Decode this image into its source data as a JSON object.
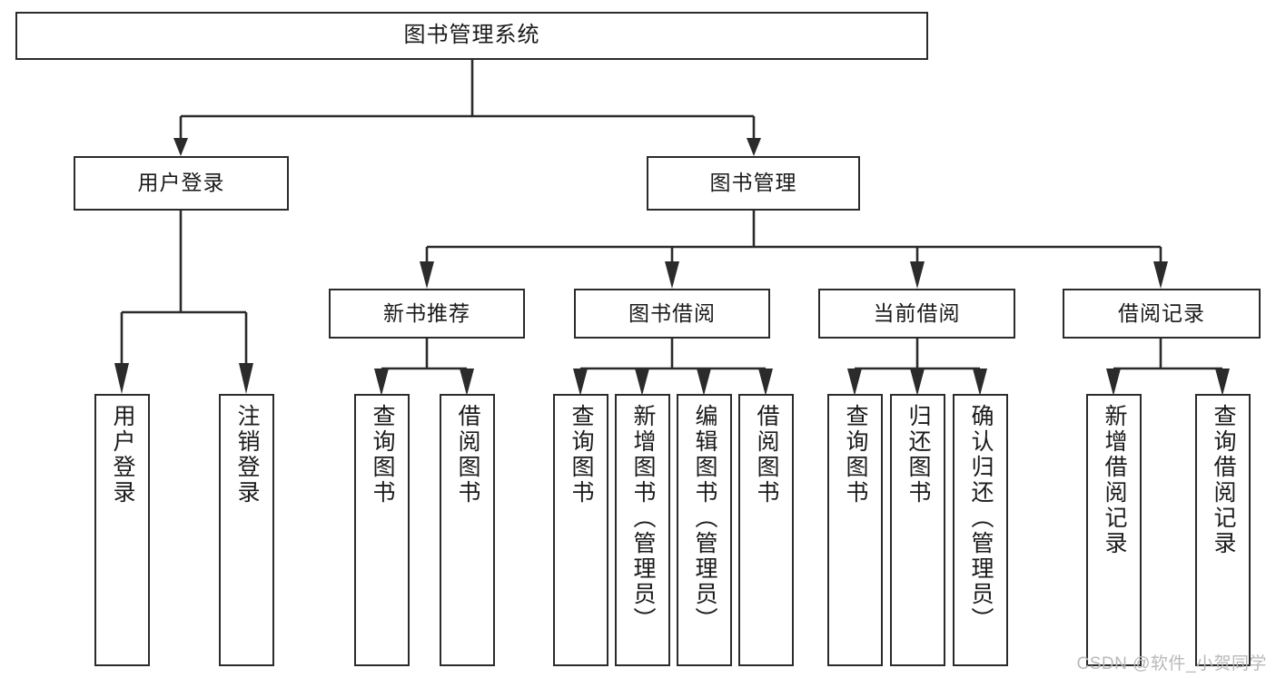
{
  "diagram": {
    "type": "tree-hierarchy",
    "title": "图书管理系统",
    "watermark": "CSDN @软件_小贺同学",
    "colors": {
      "box_border": "#2b2b2b",
      "box_fill": "#ffffff",
      "text": "#1a1a1a",
      "connector": "#2b2b2b",
      "watermark": "#b9b9b9",
      "background": "#ffffff"
    },
    "root": {
      "label": "图书管理系统"
    },
    "level1": [
      {
        "label": "用户登录"
      },
      {
        "label": "图书管理"
      }
    ],
    "level2": [
      {
        "label": "新书推荐",
        "parent": "图书管理"
      },
      {
        "label": "图书借阅",
        "parent": "图书管理"
      },
      {
        "label": "当前借阅",
        "parent": "图书管理"
      },
      {
        "label": "借阅记录",
        "parent": "图书管理"
      }
    ],
    "leaves": {
      "user_login": [
        {
          "label": "用户登录"
        },
        {
          "label": "注销登录"
        }
      ],
      "new_book_rec": [
        {
          "label": "查询图书"
        },
        {
          "label": "借阅图书"
        }
      ],
      "book_borrow": [
        {
          "label": "查询图书"
        },
        {
          "label": "新增图书（管理员）"
        },
        {
          "label": "编辑图书（管理员）"
        },
        {
          "label": "借阅图书"
        }
      ],
      "current_borrow": [
        {
          "label": "查询图书"
        },
        {
          "label": "归还图书"
        },
        {
          "label": "确认归还（管理员）"
        }
      ],
      "borrow_record": [
        {
          "label": "新增借阅记录"
        },
        {
          "label": "查询借阅记录"
        }
      ]
    }
  }
}
